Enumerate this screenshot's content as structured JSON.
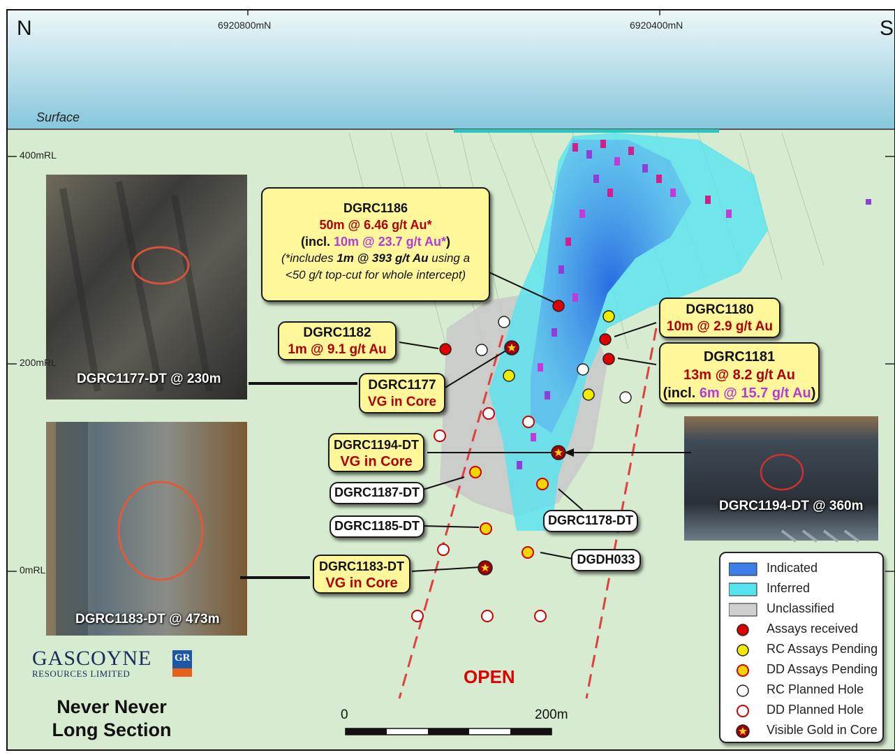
{
  "header": {
    "north_label": "N",
    "south_label": "S",
    "northings": [
      "6920800mN",
      "6920400mN"
    ]
  },
  "surface_label": "Surface",
  "rl_labels": [
    "400mRL",
    "200mRL",
    "0mRL"
  ],
  "callouts": {
    "dgrc1186": {
      "hole": "DGRC1186",
      "line1": "50m @ 6.46 g/t Au*",
      "line2_pre": "(incl. ",
      "line2_hl": "10m @ 23.7 g/t Au*",
      "line2_post": ")",
      "line3_pre": "(*includes ",
      "line3_bold": "1m @ 393 g/t Au",
      "line3_post": " using a",
      "line4": "<50 g/t top-cut for whole intercept)"
    },
    "dgrc1182": {
      "hole": "DGRC1182",
      "result": "1m @ 9.1 g/t Au"
    },
    "dgrc1180": {
      "hole": "DGRC1180",
      "result": "10m @ 2.9 g/t Au"
    },
    "dgrc1181": {
      "hole": "DGRC1181",
      "result": "13m @ 8.2 g/t Au",
      "incl_pre": "(incl. ",
      "incl_hl": "6m @ 15.7 g/t Au",
      "incl_post": ")"
    },
    "dgrc1177": {
      "hole": "DGRC1177",
      "result": "VG in Core"
    },
    "dgrc1194": {
      "hole": "DGRC1194-DT",
      "result": "VG in Core"
    },
    "dgrc1183": {
      "hole": "DGRC1183-DT",
      "result": "VG in Core"
    }
  },
  "pills": {
    "dgrc1187": "DGRC1187-DT",
    "dgrc1185": "DGRC1185-DT",
    "dgrc1178": "DGRC1178-DT",
    "dgdh033": "DGDH033"
  },
  "photos": {
    "p1177": "DGRC1177-DT @ 230m",
    "p1183": "DGRC1183-DT @ 473m",
    "p1194": "DGRC1194-DT @ 360m"
  },
  "open_label": "OPEN",
  "company": {
    "name": "GASCOYNE",
    "sub": "RESOURCES LIMITED",
    "logo_letters": "GR"
  },
  "section_title": [
    "Never Never",
    "Long Section"
  ],
  "scale_bar": {
    "start": "0",
    "end": "200m"
  },
  "legend": [
    {
      "label": "Indicated",
      "symbol": "indicated-swatch",
      "color": "#3d7ee8"
    },
    {
      "label": "Inferred",
      "symbol": "inferred-swatch",
      "color": "#56e3f0"
    },
    {
      "label": "Unclassified",
      "symbol": "unclassified-swatch",
      "color": "#cfcfcf"
    },
    {
      "label": "Assays received",
      "symbol": "red-dot",
      "color": "#e00000"
    },
    {
      "label": "RC Assays Pending",
      "symbol": "yellow-dot",
      "color": "#f2ea00"
    },
    {
      "label": "DD Assays Pending",
      "symbol": "yellow-dot-red-ring",
      "color": "#f2d400"
    },
    {
      "label": "RC Planned Hole",
      "symbol": "white-dot",
      "color": "#ffffff"
    },
    {
      "label": "DD Planned Hole",
      "symbol": "red-ring",
      "color": "#d40000"
    },
    {
      "label": "Visible Gold in Core",
      "symbol": "star-dot",
      "color": "#a00000"
    }
  ],
  "colors": {
    "sky_top": "#e8f4f6",
    "sky_bottom": "#8cc9de",
    "ground": "#d6ebcf",
    "callout_fill": "#fff79a",
    "result_red": "#b00000",
    "highlight_magenta": "#b43cd4",
    "open_red": "#e00000"
  }
}
